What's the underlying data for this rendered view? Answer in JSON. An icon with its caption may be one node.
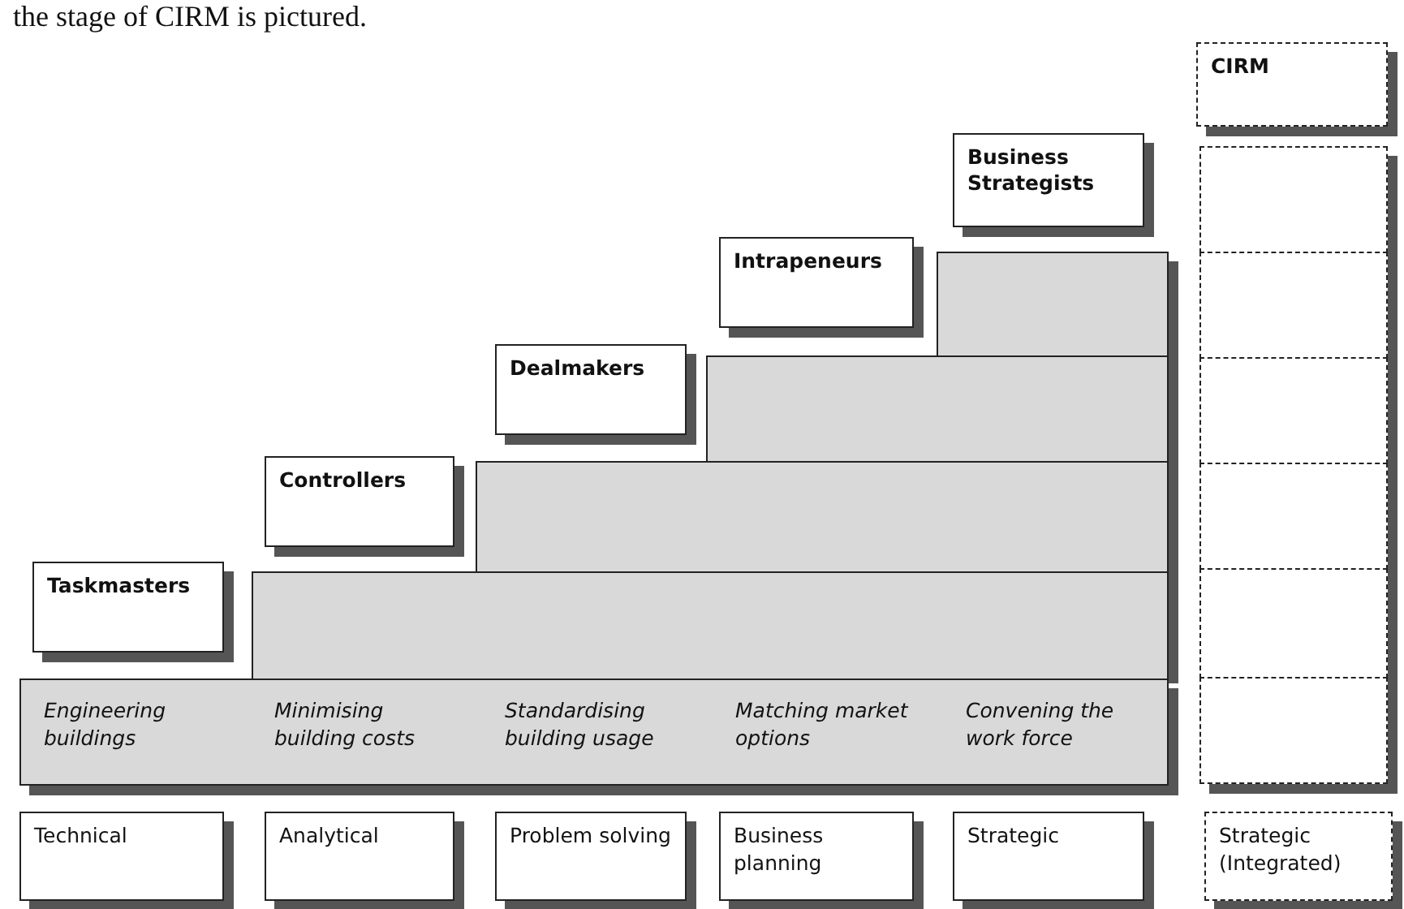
{
  "diagram": {
    "nodes": [
      {
        "text": [
          "CIRM"
        ]
      },
      {
        "text": [
          "Business Strategists"
        ]
      },
      {
        "text": [],
        "shape": "box"
      },
      {
        "text": [],
        "shape": "box"
      },
      {
        "text": [],
        "shape": "box"
      },
      {
        "text": [],
        "shape": "box"
      },
      {
        "text": [],
        "shape": "box"
      },
      {
        "text": [],
        "shape": "box"
      },
      {
        "text": [
          "Intrapeneurs"
        ]
      },
      {
        "text": [],
        "shape": "bar"
      },
      {
        "text": [
          "Dealmakers"
        ]
      },
      {
        "text": [],
        "shape": "bar"
      },
      {
        "text": [
          "Controllers"
        ]
      },
      {
        "text": [],
        "shape": "bar"
      },
      {
        "text": [
          "Taskmasters"
        ]
      },
      {
        "text": [],
        "shape": "bar"
      },
      {
        "text": [
          "Engineering buildings",
          "Minimising building costs",
          "Standardising building usage",
          "Matching market options",
          "Convening the work force"
        ]
      },
      {
        "text": [
          "Technical"
        ]
      },
      {
        "text": [
          "Analytical"
        ]
      },
      {
        "text": [
          "Problem solving"
        ]
      },
      {
        "text": [
          "Business planning"
        ]
      },
      {
        "text": [
          "Strategic"
        ]
      },
      {
        "text": [
          "Strategic (Integrated)"
        ]
      }
    ],
    "labels": [
      "the stage of CIRM is pictured."
    ]
  }
}
